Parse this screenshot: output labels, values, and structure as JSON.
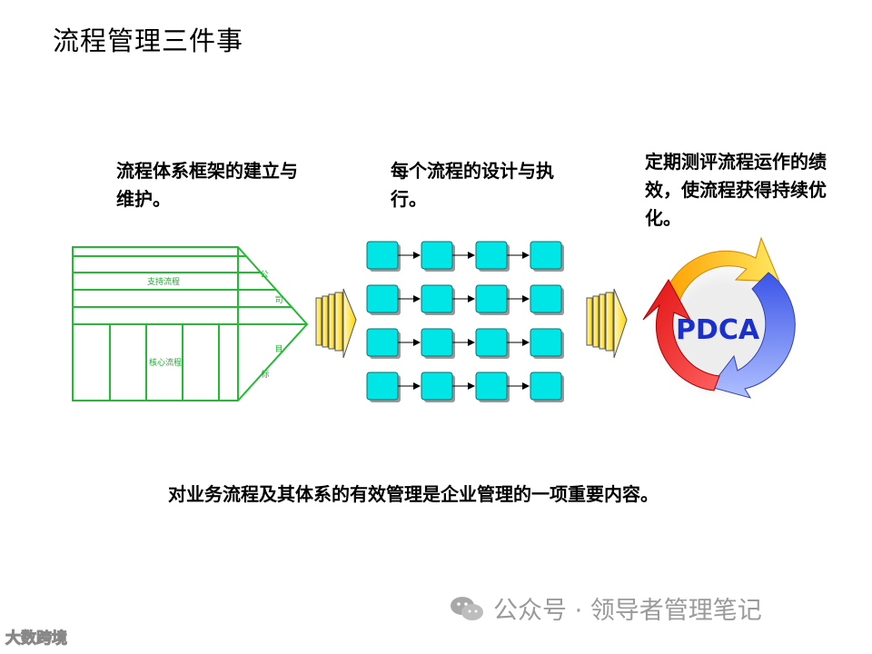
{
  "page": {
    "title": "流程管理三件事",
    "bottom_text": "对业务流程及其体系的有效管理是企业管理的一项重要内容。"
  },
  "columns": [
    {
      "caption": "流程体系框架的建立与维护。"
    },
    {
      "caption": "每个流程的设计与执行。"
    },
    {
      "caption": "定期测评流程运作的绩效，使流程获得持续优化。"
    }
  ],
  "framework": {
    "support_label": "支持流程",
    "core_label": "核心流程",
    "goal_chars": [
      "公",
      "司",
      "目",
      "标"
    ],
    "color": "#22bb33"
  },
  "process_grid": {
    "rows": 4,
    "cols": 4,
    "box_color": "#00e5e5"
  },
  "pdca": {
    "label": "PDCA",
    "label_color": "#1a2fd0"
  },
  "watermark": {
    "text": "公众号 · 领导者管理笔记",
    "logo_text": "大数跨境"
  }
}
